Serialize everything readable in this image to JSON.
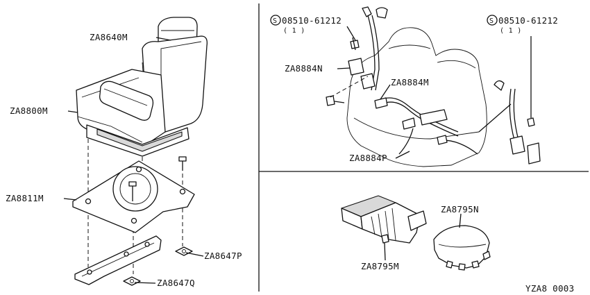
{
  "labels": {
    "za8640m": "ZA8640M",
    "za8800m": "ZA8800M",
    "za8811m": "ZA8811M",
    "za8647p": "ZA8647P",
    "za8647q": "ZA8647Q",
    "za8884n": "ZA8884N",
    "za8884m": "ZA8884M",
    "za8884p": "ZA8884P",
    "za8795n": "ZA8795N",
    "za8795m": "ZA8795M",
    "bolt_left": "08510-61212",
    "bolt_left_qty": "( 1 )",
    "bolt_right": "08510-61212",
    "bolt_right_qty": "( 1 )",
    "bolt_symbol": "S",
    "drawing_code": "YZA8 0003"
  },
  "colors": {
    "ink": "#111111",
    "background": "#ffffff",
    "shade": "#d9d9d9"
  }
}
